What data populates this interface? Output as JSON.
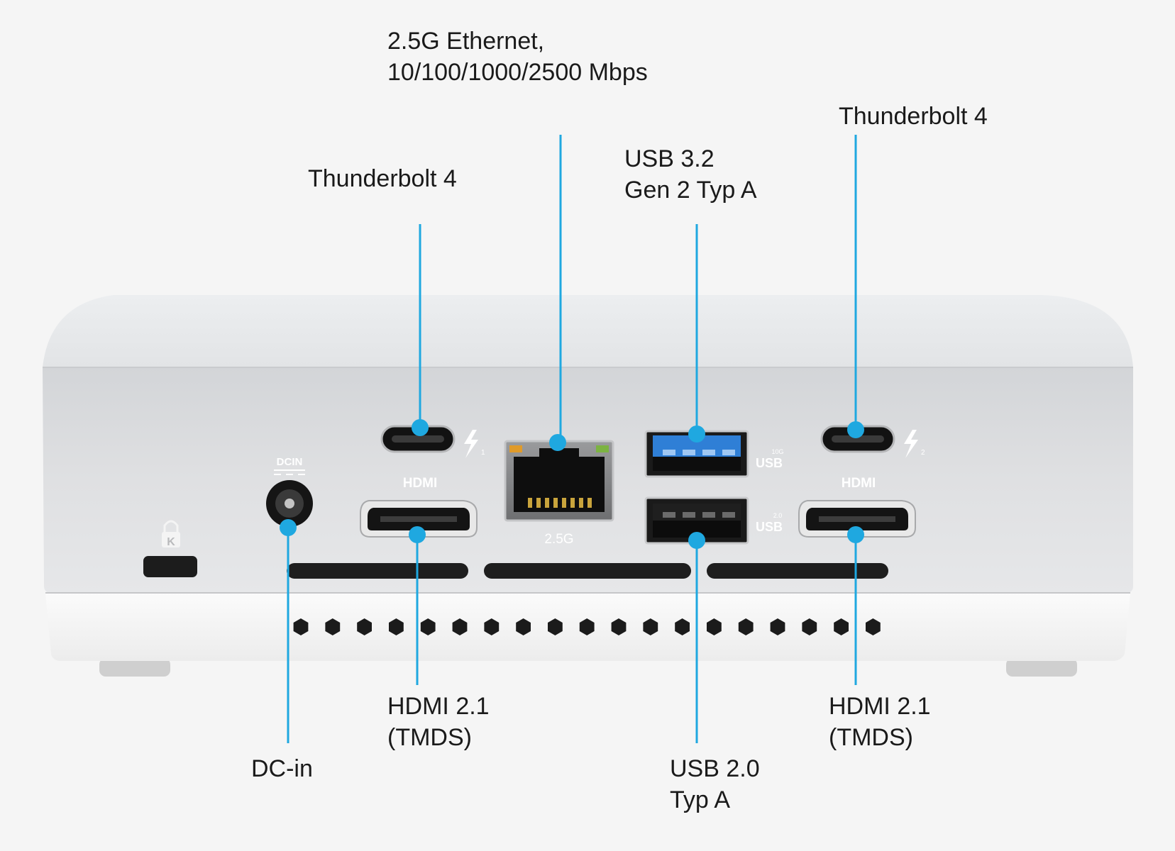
{
  "device": {
    "panel_labels": {
      "dcin": "DCIN",
      "hdmi_left": "HDMI",
      "hdmi_right": "HDMI",
      "lan": "2.5G",
      "usb_top": "USB",
      "usb_top_small": "10G",
      "usb_bottom": "USB",
      "usb_bottom_small": "2.0",
      "tb1_index": "1",
      "tb2_index": "2",
      "lock_letter": "K"
    }
  },
  "callouts": [
    {
      "id": "ethernet",
      "lines": [
        "2.5G Ethernet,",
        "10/100/1000/2500 Mbps"
      ]
    },
    {
      "id": "tb-left",
      "lines": [
        "Thunderbolt 4"
      ]
    },
    {
      "id": "usb32",
      "lines": [
        "USB 3.2",
        "Gen 2 Typ A"
      ]
    },
    {
      "id": "tb-right",
      "lines": [
        "Thunderbolt 4"
      ]
    },
    {
      "id": "hdmi-left",
      "lines": [
        "HDMI 2.1",
        "(TMDS)"
      ]
    },
    {
      "id": "dcin",
      "lines": [
        "DC-in"
      ]
    },
    {
      "id": "usb20",
      "lines": [
        "USB 2.0",
        "Typ A"
      ]
    },
    {
      "id": "hdmi-right",
      "lines": [
        "HDMI 2.1",
        "(TMDS)"
      ]
    }
  ],
  "colors": {
    "background": "#f5f5f5",
    "callout": "#1fa8e0",
    "body_silver": "#d9dadc",
    "base_white": "#f1f1f1",
    "usb3_blue": "#2f7fd6"
  }
}
